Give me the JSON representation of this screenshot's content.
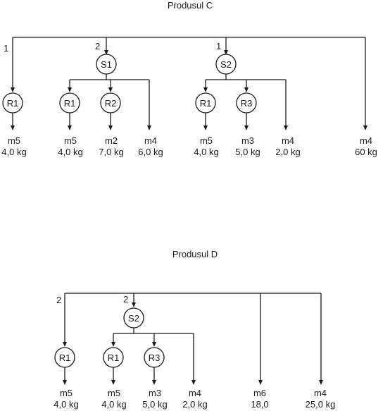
{
  "diagrams": [
    {
      "title": "Produsul C",
      "branches": [
        {
          "qty": "1"
        },
        {
          "qty": "2"
        },
        {
          "qty": "1"
        }
      ],
      "nodes": [
        "R1",
        "S1",
        "R1",
        "R2",
        "S2",
        "R1",
        "R3"
      ],
      "leaves": [
        {
          "code": "m5",
          "amount": "4,0 kg"
        },
        {
          "code": "m5",
          "amount": "4,0 kg"
        },
        {
          "code": "m2",
          "amount": "7,0 kg"
        },
        {
          "code": "m4",
          "amount": "6,0 kg"
        },
        {
          "code": "m5",
          "amount": "4,0 kg"
        },
        {
          "code": "m3",
          "amount": "5,0 kg"
        },
        {
          "code": "m4",
          "amount": "2,0 kg"
        },
        {
          "code": "m4",
          "amount": "60 kg"
        }
      ]
    },
    {
      "title": "Produsul D",
      "branches": [
        {
          "qty": "2"
        },
        {
          "qty": "2"
        }
      ],
      "nodes": [
        "R1",
        "S2",
        "R1",
        "R3"
      ],
      "leaves": [
        {
          "code": "m5",
          "amount": "4,0 kg"
        },
        {
          "code": "m5",
          "amount": "4,0 kg"
        },
        {
          "code": "m3",
          "amount": "5,0 kg"
        },
        {
          "code": "m4",
          "amount": "2,0 kg"
        },
        {
          "code": "m6",
          "amount": "18,0"
        },
        {
          "code": "m4",
          "amount": "25,0 kg"
        }
      ]
    }
  ]
}
